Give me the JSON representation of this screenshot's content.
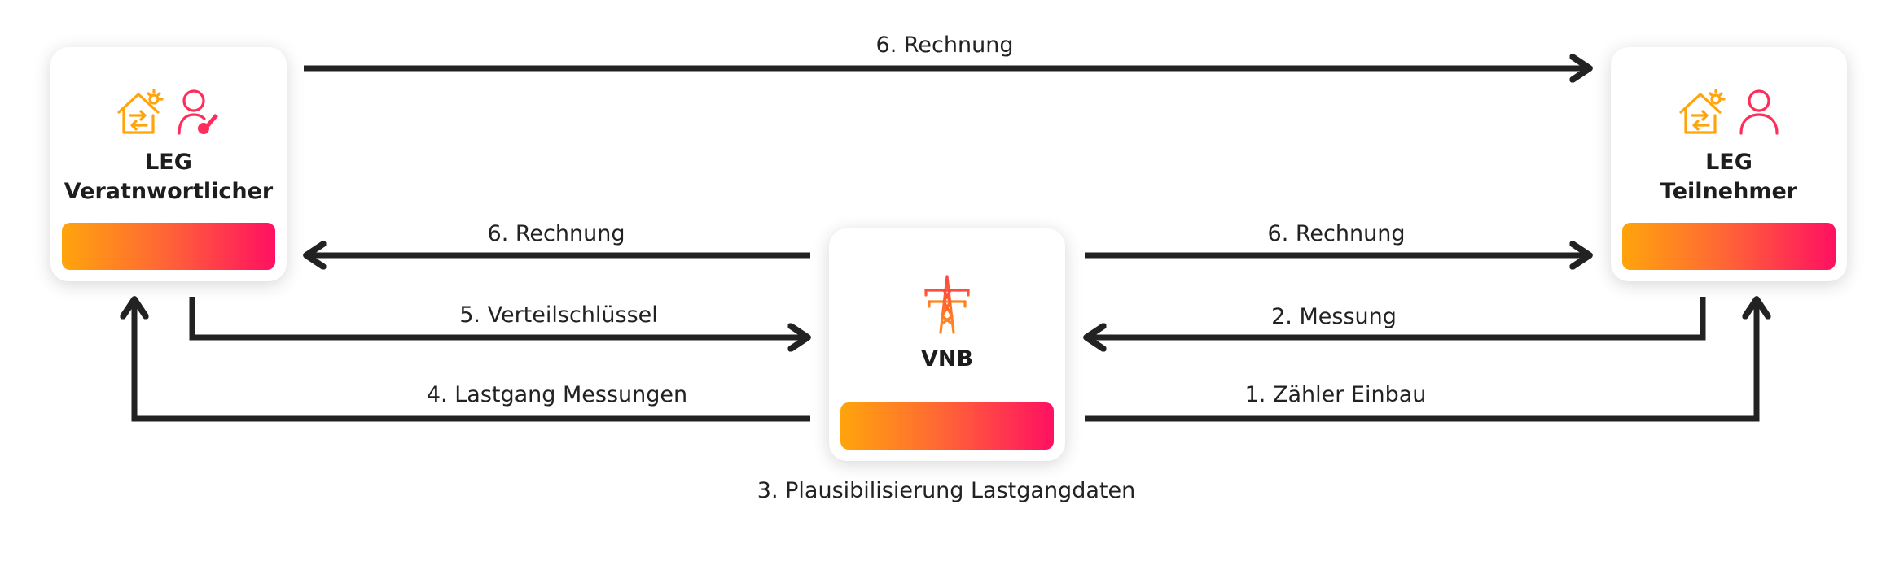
{
  "nodes": {
    "leg_responsible": {
      "line1": "LEG",
      "line2": "Veratnwortlicher"
    },
    "leg_participant": {
      "line1": "LEG",
      "line2": "Teilnehmer"
    },
    "vnb": {
      "label": "VNB"
    }
  },
  "edges": {
    "invoice_top": "6. Rechnung",
    "invoice_left": "6. Rechnung",
    "invoice_right": "6. Rechnung",
    "distribution_key": "5. Verteilschlüssel",
    "measurement": "2. Messung",
    "load_profile": "4. Lastgang Messungen",
    "meter_install": "1. Zähler Einbau"
  },
  "caption": "3. Plausibilisierung Lastgangdaten",
  "icons": [
    "smart-home-icon",
    "user-key-icon",
    "smart-home-icon",
    "user-icon",
    "power-tower-icon"
  ],
  "colors": {
    "orange": "#ffa40c",
    "red": "#ff6a33",
    "pink": "#ff1062",
    "arrow": "#222222"
  }
}
